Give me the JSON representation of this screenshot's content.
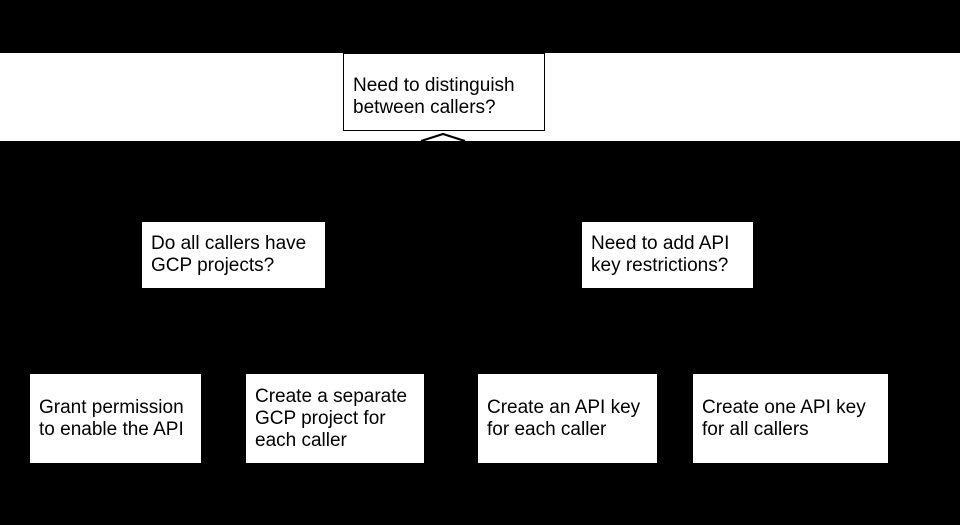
{
  "colors": {
    "background": "#000000",
    "band": "#ffffff",
    "node_fill": "#ffffff",
    "node_border": "#000000",
    "text": "#000000"
  },
  "flowchart": {
    "root": {
      "lines": [
        "Need to distinguish",
        "between callers?"
      ]
    },
    "decisions": [
      {
        "lines": [
          "Do all callers have",
          "GCP projects?"
        ]
      },
      {
        "lines": [
          "Need to add API",
          "key restrictions?"
        ]
      }
    ],
    "outcomes": [
      {
        "lines": [
          "Grant permission",
          "to enable the API"
        ]
      },
      {
        "lines": [
          "Create a separate",
          "GCP project for",
          "each caller"
        ]
      },
      {
        "lines": [
          "Create an API key",
          "for each caller"
        ]
      },
      {
        "lines": [
          "Create one API key",
          "for all callers"
        ]
      }
    ]
  }
}
